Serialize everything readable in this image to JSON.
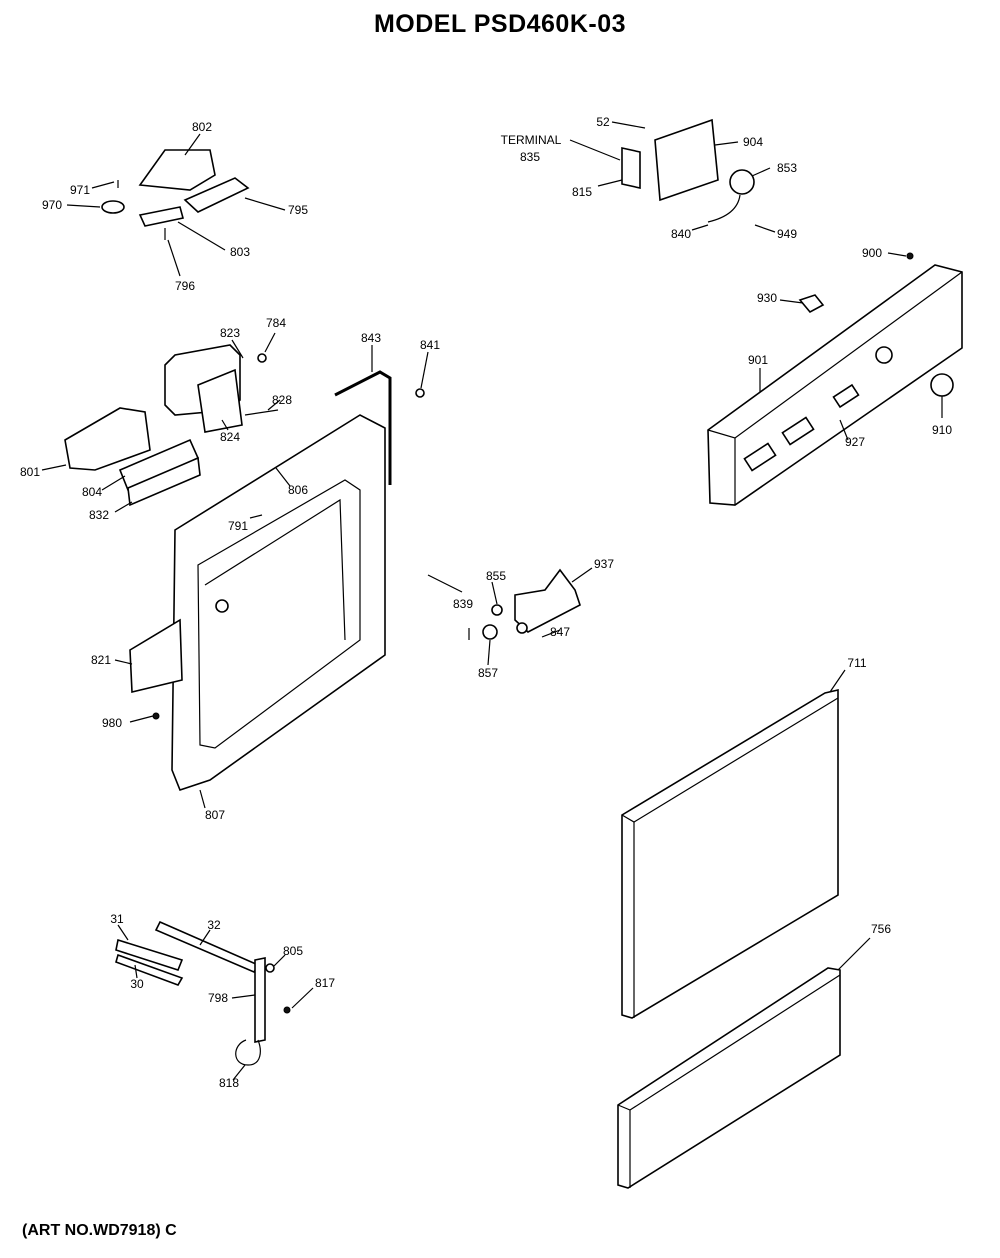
{
  "title": "MODEL PSD460K-03",
  "footer": "(ART NO.WD7918) C",
  "labels": {
    "p802": "802",
    "p971": "971",
    "p970": "970",
    "p795": "795",
    "p803": "803",
    "p796": "796",
    "p52": "52",
    "terminal": "TERMINAL",
    "p835": "835",
    "p904": "904",
    "p815": "815",
    "p853": "853",
    "p840": "840",
    "p949": "949",
    "p900": "900",
    "p930": "930",
    "p901": "901",
    "p927": "927",
    "p910": "910",
    "p823": "823",
    "p784": "784",
    "p843": "843",
    "p841": "841",
    "p828": "828",
    "p824": "824",
    "p801": "801",
    "p804": "804",
    "p806": "806",
    "p832": "832",
    "p791": "791",
    "p855": "855",
    "p937": "937",
    "p839": "839",
    "p847": "847",
    "p857": "857",
    "p821": "821",
    "p980": "980",
    "p807": "807",
    "p711": "711",
    "p31": "31",
    "p32": "32",
    "p30": "30",
    "p805": "805",
    "p798": "798",
    "p817": "817",
    "p818": "818",
    "p756": "756"
  }
}
